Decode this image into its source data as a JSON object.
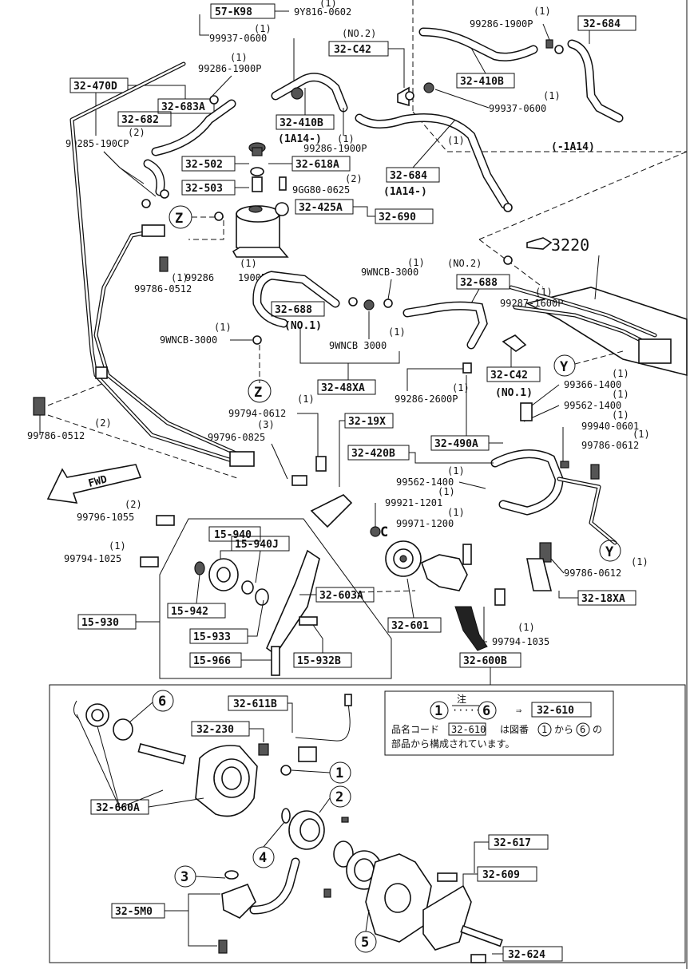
{
  "labels": {
    "l57k98": "57-K98",
    "l9y816": "9Y816-0602",
    "l99937top": "99937-0600",
    "l1a": "(1)",
    "l1b": "(1)",
    "l32470d": "32-470D",
    "l32683a": "32-683A",
    "l99286a": "99286-1900P",
    "l1c": "(1)",
    "l32682": "32-682",
    "l2a": "(2)",
    "l99285": "99285-190CP",
    "l32502": "32-502",
    "l32503": "32-503",
    "l32618a": "32-618A",
    "l9gg80": "9GG80-0625",
    "l2b": "(2)",
    "l32425a": "32-425A",
    "l32690": "32-690",
    "l99286b": "99286",
    "l1900p": "1900P",
    "l1d": "(1)",
    "l99786a": "99786-0512",
    "l1e": "(1)",
    "lno2a": "(NO.2)",
    "l32c42a": "32-C42",
    "l32410ba": "32-410B",
    "l1a14a": "(1A14-)",
    "l99286c": "99286-1900P",
    "l1f": "(1)",
    "l32684a": "32-684",
    "l1a14b": "(1A14-)",
    "l1g": "(1)",
    "l99286d": "99286-1900P",
    "l1h": "(1)",
    "l32684b": "32-684",
    "l32410bb": "32-410B",
    "l99937b": "99937-0600",
    "l1i": "(1)",
    "lm1a14": "(-1A14)",
    "l3220": "3220",
    "l9wncba": "9WNCB-3000",
    "l1j": "(1)",
    "lno2b": "(NO.2)",
    "l32688a": "32-688",
    "l32688b": "32-688",
    "lno1a": "(NO.1)",
    "l99287": "99287-1600P",
    "l1k": "(1)",
    "l9wncbb": "9WNCB-3000",
    "l1l": "(1)",
    "l9wncbc": "9WNCB 3000",
    "l1m": "(1)",
    "lz1": "Z",
    "lz2": "Z",
    "ly1": "Y",
    "ly2": "Y",
    "l32c42b": "32-C42",
    "lno1b": "(NO.1)",
    "l32418xa": "32-48XA",
    "l99286e": "99286-2600P",
    "l1n": "(1)",
    "l99366": "99366-1400",
    "l1o": "(1)",
    "l99562a": "99562-1400",
    "l1p": "(1)",
    "l99940": "99940-0601",
    "l1q": "(1)",
    "l99786b": "99786-0612",
    "l1r": "(1)",
    "l99786c": "99786-0512",
    "l2c": "(2)",
    "l99794a": "99794-0612",
    "l1s": "(1)",
    "l3219x": "32-19X",
    "l99796a": "99796-0825",
    "l3a": "(3)",
    "l32490a": "32-490A",
    "l32420b": "32-420B",
    "l99562b": "99562-1400",
    "l1t": "(1)",
    "l99921": "99921-1201",
    "l1u": "(1)",
    "l99971": "99971-1200",
    "l1v": "(1)",
    "lfwd": "FWD",
    "l99796b": "99796-1055",
    "l2d": "(2)",
    "l99794b": "99794-1025",
    "l1w": "(1)",
    "l15940": "15-940",
    "l15940j": "15-940J",
    "l15942": "15-942",
    "l15930": "15-930",
    "l15933": "15-933",
    "l15966": "15-966",
    "l15932b": "15-932B",
    "l32603a": "32-603A",
    "l32601": "32-601",
    "l99794c": "99794-1035",
    "l1x": "(1)",
    "l32600b": "32-600B",
    "l99786d": "99786-0612",
    "l1y": "(1)",
    "l3218xa": "32-18XA",
    "l32611b": "32-611B",
    "l32230": "32-230",
    "l32660a": "32-660A",
    "l325m0": "32-5M0",
    "l32617": "32-617",
    "l32609": "32-609",
    "l32624": "32-624",
    "c1": "1",
    "c2": "2",
    "c3": "3",
    "c4": "4",
    "c5": "5",
    "c6": "6",
    "note_title": "注",
    "note_c1": "1",
    "note_dots": "·····",
    "note_c6": "6",
    "note_arrow": "⇒",
    "note_part": "32-610",
    "note_line1a": "品名コード",
    "note_line1b": "32-610",
    "note_line1c": "は図番",
    "note_line1d": "1",
    "note_line1e": "から",
    "note_line1f": "6",
    "note_line1g": "の",
    "note_line2": "部品から構成されています。"
  }
}
